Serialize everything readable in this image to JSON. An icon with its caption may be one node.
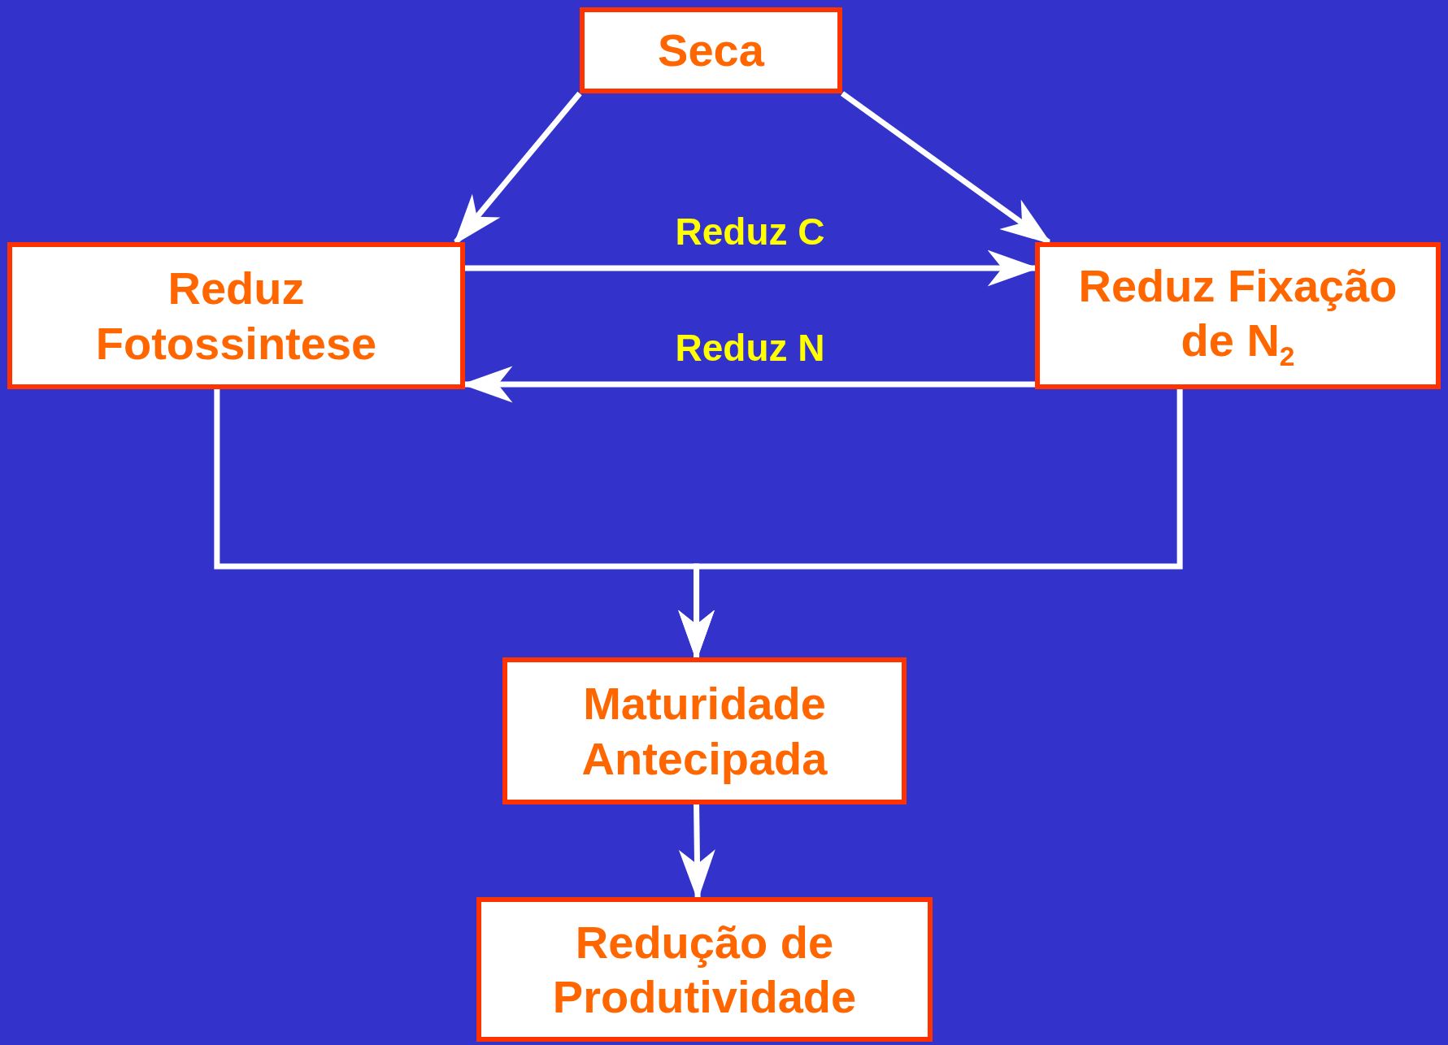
{
  "diagram": {
    "nodes": [
      {
        "text": [
          "Seca"
        ]
      },
      {
        "text": [
          "Reduz Fotossintese"
        ]
      },
      {
        "text": [
          "Reduz Fixação de N$_{2}$"
        ]
      },
      {
        "text": [
          "Maturidade Antecipada"
        ]
      },
      {
        "text": [
          "Redução de Produtividade"
        ]
      }
    ],
    "edges": [
      {
        "from": 0,
        "to": 1,
        "arrow": "to"
      },
      {
        "from": 0,
        "to": 2,
        "arrow": "to"
      },
      {
        "from": 1,
        "to": 2,
        "arrow": "to",
        "label": "Reduz C"
      },
      {
        "from": 2,
        "to": 1,
        "arrow": "to",
        "label": "Reduz N"
      },
      {
        "from": 1,
        "to": 3,
        "arrow": "to"
      },
      {
        "from": 2,
        "to": 3,
        "arrow": "to"
      },
      {
        "from": 3,
        "to": 4,
        "arrow": "to"
      }
    ]
  }
}
